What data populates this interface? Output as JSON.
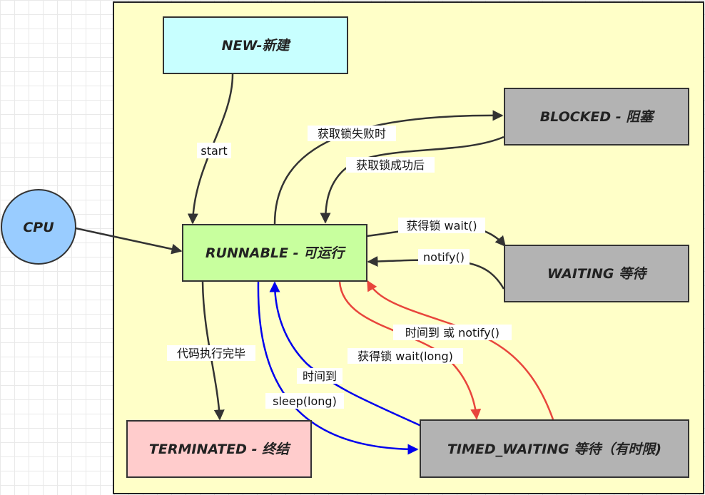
{
  "nodes": {
    "new": "NEW-新建",
    "blocked": "BLOCKED - 阻塞",
    "cpu": "CPU",
    "runnable": "RUNNABLE - 可运行",
    "waiting": "WAITING 等待",
    "terminated": "TERMINATED - 终结",
    "timed_waiting": "TIMED_WAITING 等待（有时限)"
  },
  "edges": {
    "start": "start",
    "lock_fail": "获取锁失败时",
    "lock_success": "获取锁成功后",
    "wait": "获得锁 wait()",
    "notify": "notify()",
    "finish": "代码执行完毕",
    "timeout_or_notify": "时间到 或 notify()",
    "wait_long": "获得锁 wait(long)",
    "time_up": "时间到",
    "sleep_long": "sleep(long)"
  },
  "colors": {
    "container": "#ffffc8",
    "new": "#c8ffff",
    "runnable": "#c8ff9e",
    "blocked": "#b3b3b3",
    "waiting": "#b3b3b3",
    "timed_waiting": "#b3b3b3",
    "terminated": "#ffcccc",
    "cpu": "#99ccff",
    "edge_default": "#333333",
    "edge_red": "#e8453c",
    "edge_blue": "#0000ee"
  }
}
